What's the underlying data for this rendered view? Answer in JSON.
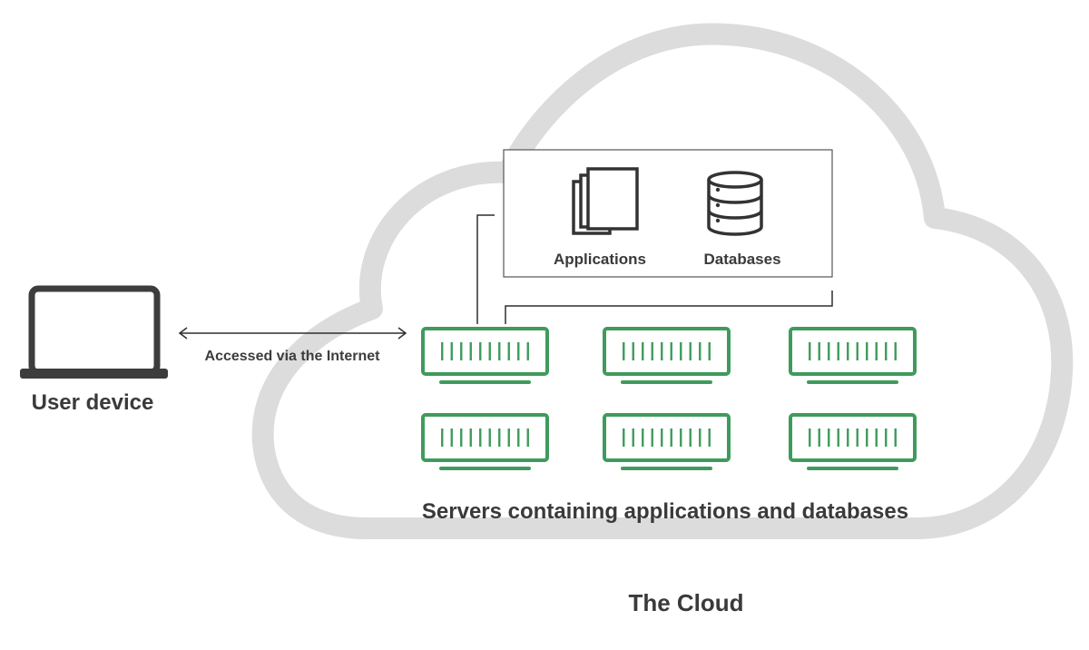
{
  "labels": {
    "user_device": "User device",
    "connection": "Accessed via the Internet",
    "applications": "Applications",
    "databases": "Databases",
    "servers": "Servers containing applications and databases",
    "cloud": "The Cloud"
  },
  "icons": {
    "device": "laptop-icon",
    "applications": "documents-stack-icon",
    "databases": "database-icon",
    "server": "server-rack-icon"
  },
  "server_grid": {
    "rows": 2,
    "columns": 3
  },
  "colors": {
    "cloud_outline": "#dcdcdc",
    "server": "#3f9b5c",
    "text": "#3a3a3a",
    "line": "#2f2f2f"
  }
}
